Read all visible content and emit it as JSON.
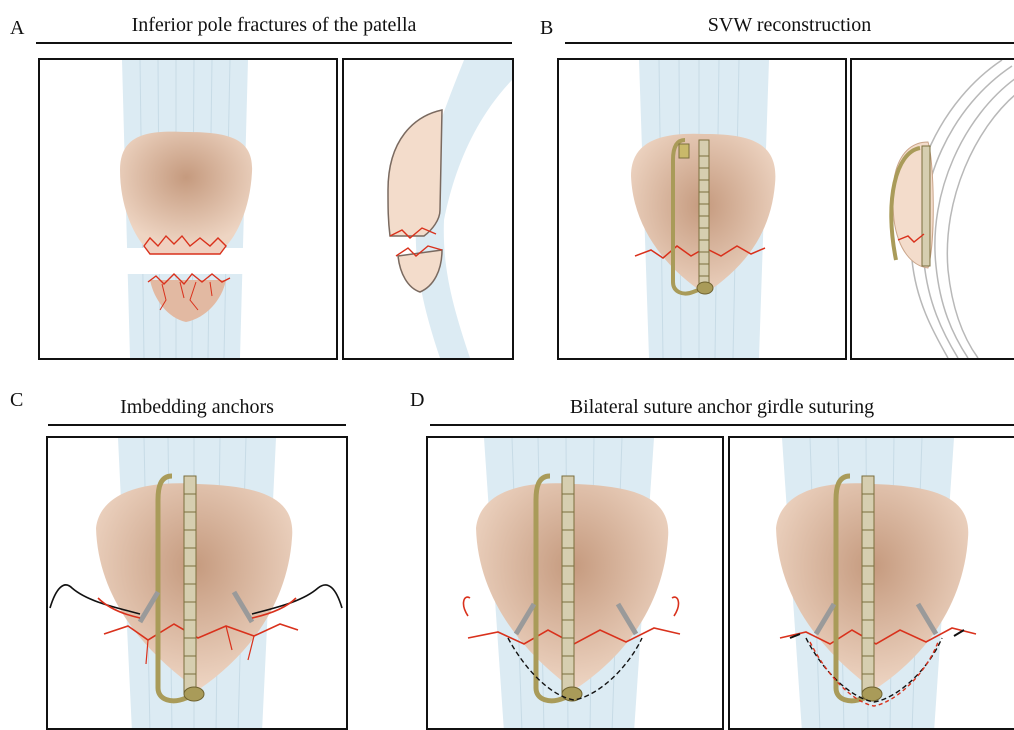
{
  "panels": {
    "a": {
      "letter": "A",
      "title": "Inferior pole fractures of the patella"
    },
    "b": {
      "letter": "B",
      "title": "SVW reconstruction"
    },
    "c": {
      "letter": "C",
      "title": "Imbedding anchors"
    },
    "d": {
      "letter": "D",
      "title": "Bilateral suture anchor girdle suturing"
    }
  },
  "colors": {
    "tendon": "#dcebf3",
    "tendon_line": "#c4d9e5",
    "bone": "#d9ad90",
    "bone_light": "#f3dccb",
    "fracture": "#d9311c",
    "wire": "#a99b59",
    "screw": "#c8c8c8",
    "suture_black": "#111111"
  }
}
